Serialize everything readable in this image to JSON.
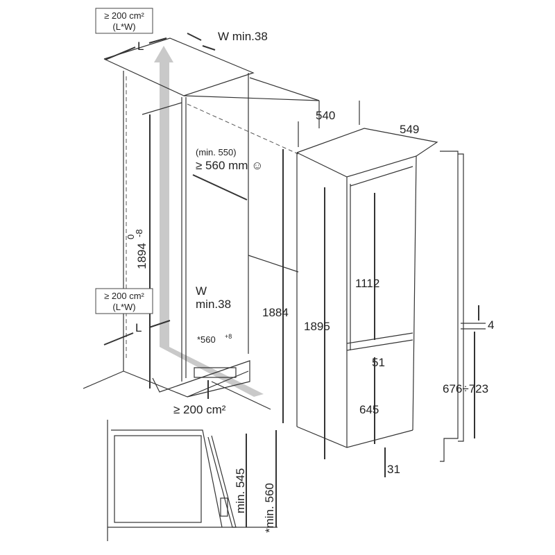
{
  "vent_top": {
    "area": "≥ 200 cm²",
    "formula": "(L*W)",
    "l": "L",
    "w": "W min.38"
  },
  "vent_bottom": {
    "area": "≥ 200 cm²",
    "formula": "(L*W)",
    "l": "L",
    "w": "W",
    "w_min": "min.38"
  },
  "niche": {
    "depth_min": "(min. 550)",
    "depth_rec": "≥ 560 mm ☺",
    "height": "1894",
    "height_tol_upper": "0",
    "height_tol_lower": "-8",
    "width": "*560",
    "width_tol": "+8",
    "plinth_vent": "≥ 200 cm²"
  },
  "appliance": {
    "height_total": "1884",
    "width": "540",
    "depth": "549",
    "height_with_feet": "1895",
    "upper_door": "1112",
    "gap": "51",
    "lower_door": "645",
    "bottom": "31"
  },
  "door_panel": {
    "gap": "4",
    "range": "676÷723"
  },
  "side_view": {
    "min_a": "min. 545",
    "min_b": "*min. 560"
  }
}
